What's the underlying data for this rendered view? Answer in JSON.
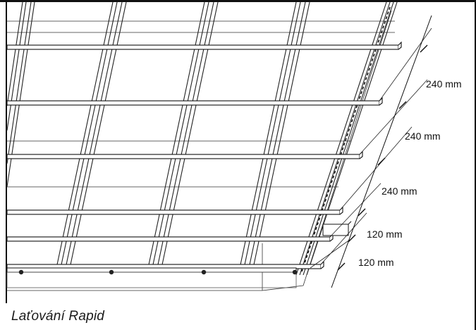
{
  "caption": "Laťování Rapid",
  "dimensions": [
    {
      "label": "240 mm"
    },
    {
      "label": "240 mm"
    },
    {
      "label": "240 mm"
    },
    {
      "label": "120 mm"
    },
    {
      "label": "120 mm"
    }
  ]
}
